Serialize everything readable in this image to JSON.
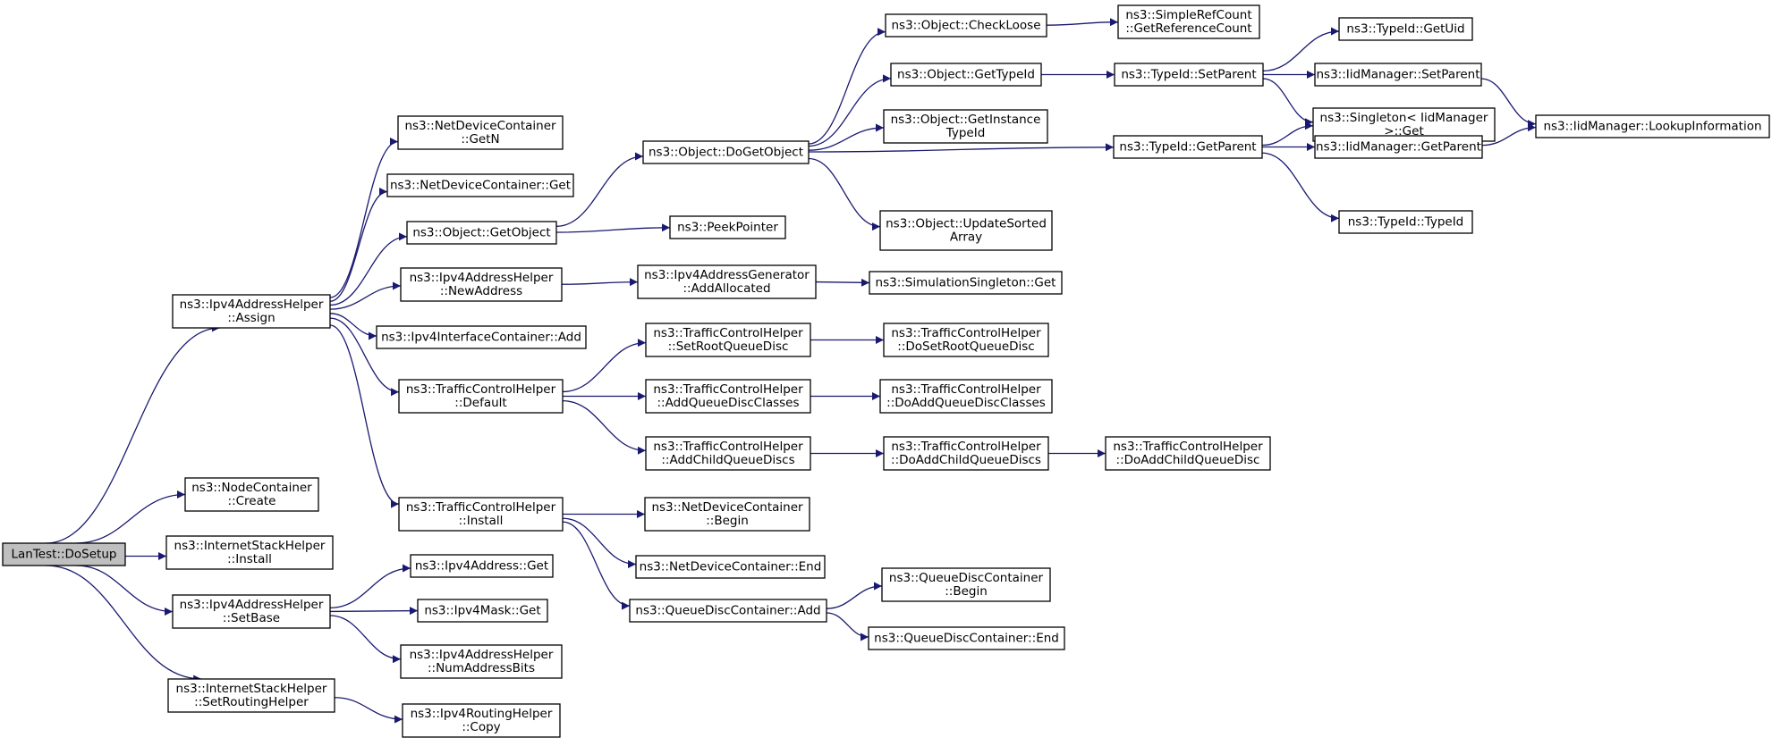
{
  "colors": {
    "edge": "#191970",
    "root_fill": "#bfbfbf",
    "node_fill": "#ffffff",
    "node_border": "#000000"
  },
  "nodes": [
    {
      "id": "root",
      "lines": [
        "LanTest::DoSetup"
      ],
      "root": true
    },
    {
      "id": "assign",
      "lines": [
        "ns3::Ipv4AddressHelper",
        "::Assign"
      ]
    },
    {
      "id": "ncCreate",
      "lines": [
        "ns3::NodeContainer",
        "::Create"
      ]
    },
    {
      "id": "ishInstall",
      "lines": [
        "ns3::InternetStackHelper",
        "::Install"
      ]
    },
    {
      "id": "setBase",
      "lines": [
        "ns3::Ipv4AddressHelper",
        "::SetBase"
      ]
    },
    {
      "id": "setRouting",
      "lines": [
        "ns3::InternetStackHelper",
        "::SetRoutingHelper"
      ]
    },
    {
      "id": "ndcGetN",
      "lines": [
        "ns3::NetDeviceContainer",
        "::GetN"
      ]
    },
    {
      "id": "ndcGet",
      "lines": [
        "ns3::NetDeviceContainer::Get"
      ]
    },
    {
      "id": "getObject",
      "lines": [
        "ns3::Object::GetObject"
      ]
    },
    {
      "id": "newAddress",
      "lines": [
        "ns3::Ipv4AddressHelper",
        "::NewAddress"
      ]
    },
    {
      "id": "icAdd",
      "lines": [
        "ns3::Ipv4InterfaceContainer::Add"
      ]
    },
    {
      "id": "tchDefault",
      "lines": [
        "ns3::TrafficControlHelper",
        "::Default"
      ]
    },
    {
      "id": "tchInstall",
      "lines": [
        "ns3::TrafficControlHelper",
        "::Install"
      ]
    },
    {
      "id": "ipv4AddrGet",
      "lines": [
        "ns3::Ipv4Address::Get"
      ]
    },
    {
      "id": "maskGet",
      "lines": [
        "ns3::Ipv4Mask::Get"
      ]
    },
    {
      "id": "numBits",
      "lines": [
        "ns3::Ipv4AddressHelper",
        "::NumAddressBits"
      ]
    },
    {
      "id": "routingCopy",
      "lines": [
        "ns3::Ipv4RoutingHelper",
        "::Copy"
      ]
    },
    {
      "id": "doGetObject",
      "lines": [
        "ns3::Object::DoGetObject"
      ]
    },
    {
      "id": "peekPointer",
      "lines": [
        "ns3::PeekPointer"
      ]
    },
    {
      "id": "addAllocated",
      "lines": [
        "ns3::Ipv4AddressGenerator",
        "::AddAllocated"
      ]
    },
    {
      "id": "setRootQD",
      "lines": [
        "ns3::TrafficControlHelper",
        "::SetRootQueueDisc"
      ]
    },
    {
      "id": "addQDClasses",
      "lines": [
        "ns3::TrafficControlHelper",
        "::AddQueueDiscClasses"
      ]
    },
    {
      "id": "addChildQDs",
      "lines": [
        "ns3::TrafficControlHelper",
        "::AddChildQueueDiscs"
      ]
    },
    {
      "id": "ndcBegin",
      "lines": [
        "ns3::NetDeviceContainer",
        "::Begin"
      ]
    },
    {
      "id": "ndcEnd",
      "lines": [
        "ns3::NetDeviceContainer::End"
      ]
    },
    {
      "id": "qdcAdd",
      "lines": [
        "ns3::QueueDiscContainer::Add"
      ]
    },
    {
      "id": "checkLoose",
      "lines": [
        "ns3::Object::CheckLoose"
      ]
    },
    {
      "id": "getTypeId",
      "lines": [
        "ns3::Object::GetTypeId"
      ]
    },
    {
      "id": "getInstanceTypeId",
      "lines": [
        "ns3::Object::GetInstance",
        "TypeId"
      ]
    },
    {
      "id": "updateSorted",
      "lines": [
        "ns3::Object::UpdateSorted",
        "Array"
      ]
    },
    {
      "id": "simSingletonGet",
      "lines": [
        "ns3::SimulationSingleton::Get"
      ]
    },
    {
      "id": "doSetRootQD",
      "lines": [
        "ns3::TrafficControlHelper",
        "::DoSetRootQueueDisc"
      ]
    },
    {
      "id": "doAddQDClasses",
      "lines": [
        "ns3::TrafficControlHelper",
        "::DoAddQueueDiscClasses"
      ]
    },
    {
      "id": "doAddChildQDs",
      "lines": [
        "ns3::TrafficControlHelper",
        "::DoAddChildQueueDiscs"
      ]
    },
    {
      "id": "qdcBegin",
      "lines": [
        "ns3::QueueDiscContainer",
        "::Begin"
      ]
    },
    {
      "id": "qdcEnd",
      "lines": [
        "ns3::QueueDiscContainer::End"
      ]
    },
    {
      "id": "getRefCount",
      "lines": [
        "ns3::SimpleRefCount",
        "::GetReferenceCount"
      ]
    },
    {
      "id": "typeIdSetParent",
      "lines": [
        "ns3::TypeId::SetParent"
      ]
    },
    {
      "id": "typeIdGetParent",
      "lines": [
        "ns3::TypeId::GetParent"
      ]
    },
    {
      "id": "doAddChildQD",
      "lines": [
        "ns3::TrafficControlHelper",
        "::DoAddChildQueueDisc"
      ]
    },
    {
      "id": "getUid",
      "lines": [
        "ns3::TypeId::GetUid"
      ]
    },
    {
      "id": "iidSetParent",
      "lines": [
        "ns3::IidManager::SetParent"
      ]
    },
    {
      "id": "singletonGet",
      "lines": [
        "ns3::Singleton< IidManager",
        " >::Get"
      ]
    },
    {
      "id": "iidGetParent",
      "lines": [
        "ns3::IidManager::GetParent"
      ]
    },
    {
      "id": "typeIdCtor",
      "lines": [
        "ns3::TypeId::TypeId"
      ]
    },
    {
      "id": "lookupInfo",
      "lines": [
        "ns3::IidManager::LookupInformation"
      ]
    }
  ],
  "edges": [
    [
      "root",
      "assign"
    ],
    [
      "root",
      "ncCreate"
    ],
    [
      "root",
      "ishInstall"
    ],
    [
      "root",
      "setBase"
    ],
    [
      "root",
      "setRouting"
    ],
    [
      "assign",
      "ndcGetN"
    ],
    [
      "assign",
      "ndcGet"
    ],
    [
      "assign",
      "getObject"
    ],
    [
      "assign",
      "newAddress"
    ],
    [
      "assign",
      "icAdd"
    ],
    [
      "assign",
      "tchDefault"
    ],
    [
      "assign",
      "tchInstall"
    ],
    [
      "getObject",
      "doGetObject"
    ],
    [
      "getObject",
      "peekPointer"
    ],
    [
      "doGetObject",
      "checkLoose"
    ],
    [
      "doGetObject",
      "getTypeId"
    ],
    [
      "doGetObject",
      "getInstanceTypeId"
    ],
    [
      "doGetObject",
      "typeIdGetParent"
    ],
    [
      "doGetObject",
      "updateSorted"
    ],
    [
      "checkLoose",
      "getRefCount"
    ],
    [
      "getTypeId",
      "typeIdSetParent"
    ],
    [
      "typeIdSetParent",
      "getUid"
    ],
    [
      "typeIdSetParent",
      "iidSetParent"
    ],
    [
      "typeIdSetParent",
      "singletonGet"
    ],
    [
      "typeIdGetParent",
      "singletonGet"
    ],
    [
      "typeIdGetParent",
      "iidGetParent"
    ],
    [
      "typeIdGetParent",
      "typeIdCtor"
    ],
    [
      "iidSetParent",
      "lookupInfo"
    ],
    [
      "iidGetParent",
      "lookupInfo"
    ],
    [
      "newAddress",
      "addAllocated"
    ],
    [
      "addAllocated",
      "simSingletonGet"
    ],
    [
      "tchDefault",
      "setRootQD"
    ],
    [
      "tchDefault",
      "addQDClasses"
    ],
    [
      "tchDefault",
      "addChildQDs"
    ],
    [
      "setRootQD",
      "doSetRootQD"
    ],
    [
      "addQDClasses",
      "doAddQDClasses"
    ],
    [
      "addChildQDs",
      "doAddChildQDs"
    ],
    [
      "doAddChildQDs",
      "doAddChildQD"
    ],
    [
      "tchInstall",
      "ndcBegin"
    ],
    [
      "tchInstall",
      "ndcEnd"
    ],
    [
      "tchInstall",
      "qdcAdd"
    ],
    [
      "qdcAdd",
      "qdcBegin"
    ],
    [
      "qdcAdd",
      "qdcEnd"
    ],
    [
      "setBase",
      "ipv4AddrGet"
    ],
    [
      "setBase",
      "maskGet"
    ],
    [
      "setBase",
      "numBits"
    ],
    [
      "setRouting",
      "routingCopy"
    ]
  ]
}
